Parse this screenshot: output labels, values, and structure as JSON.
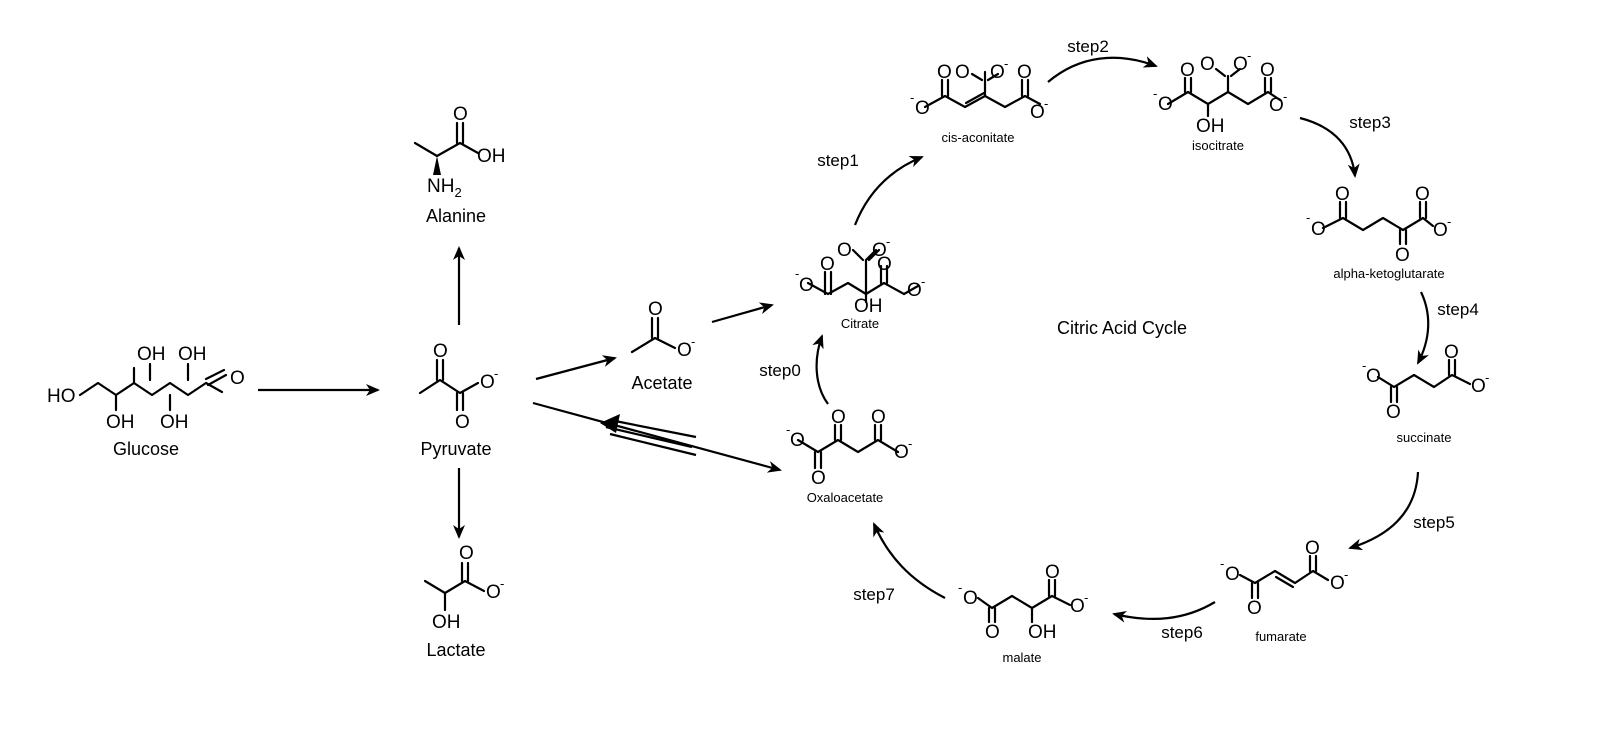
{
  "diagram": {
    "title": "Citric Acid Cycle",
    "compounds": {
      "glucose": "Glucose",
      "pyruvate": "Pyruvate",
      "alanine": "Alanine",
      "lactate": "Lactate",
      "acetate": "Acetate",
      "oxaloacetate": "Oxaloacetate",
      "citrate": "Citrate",
      "cis_aconitate": "cis-aconitate",
      "isocitrate": "isocitrate",
      "alpha_ketoglutarate": "alpha-ketoglutarate",
      "succinate": "succinate",
      "fumarate": "fumarate",
      "malate": "malate"
    },
    "steps": [
      "step0",
      "step1",
      "step2",
      "step3",
      "step4",
      "step5",
      "step6",
      "step7"
    ],
    "atoms": {
      "O": "O",
      "OH": "OH",
      "HO": "HO",
      "NH": "NH",
      "sub2": "2",
      "minus": "-"
    }
  }
}
